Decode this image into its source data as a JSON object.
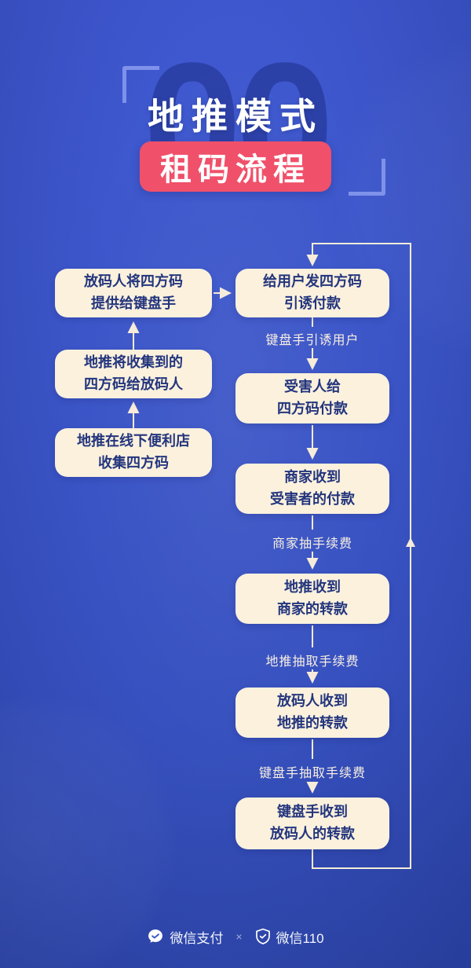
{
  "title": {
    "line1": "地推模式",
    "line2": "租码流程",
    "backdrop": "00"
  },
  "flow": {
    "left": [
      {
        "text": "放码人将四方码\n提供给键盘手"
      },
      {
        "text": "地推将收集到的\n四方码给放码人"
      },
      {
        "text": "地推在线下便利店\n收集四方码"
      }
    ],
    "right": [
      {
        "text": "给用户发四方码\n引诱付款"
      },
      {
        "text": "受害人给\n四方码付款"
      },
      {
        "text": "商家收到\n受害者的付款"
      },
      {
        "text": "地推收到\n商家的转款"
      },
      {
        "text": "放码人收到\n地推的转款"
      },
      {
        "text": "键盘手收到\n放码人的转款"
      }
    ],
    "labels": [
      {
        "text": "键盘手引诱用户"
      },
      {
        "text": "商家抽手续费"
      },
      {
        "text": "地推抽取手续费"
      },
      {
        "text": "键盘手抽取手续费"
      }
    ]
  },
  "footer": {
    "brand_left": "微信支付",
    "separator": "×",
    "brand_right": "微信110"
  },
  "colors": {
    "background": "#3b55c6",
    "box_fill": "#fbf1dd",
    "box_text": "#23357d",
    "accent_red": "#f0506a",
    "line": "#f6ecd9"
  }
}
